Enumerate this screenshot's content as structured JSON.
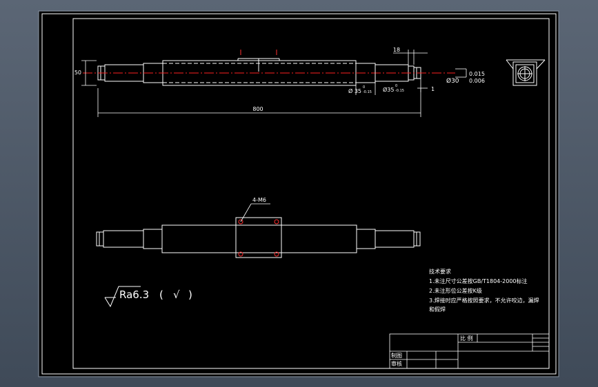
{
  "colors": {
    "background": "#000000",
    "line": "#ffffff",
    "centerline": "#ff2020",
    "accent": "#ff3030",
    "chrome": "#4f5a69"
  },
  "top_view": {
    "dim_length": "800",
    "dim_height": "50",
    "dim_gap": "18",
    "dim_dia_1": "Ø 35",
    "dim_dia_1_tol": "-0.15",
    "dim_dia_1_tol_upper": "0",
    "dim_dia_2": "Ø35",
    "dim_dia_2_tol": "-0.15",
    "dim_dia_2_tol_upper": "0",
    "dim_shaft": "Ø30",
    "dim_shaft_tol_upper": "0.015",
    "dim_shaft_tol_lower": "0.006",
    "dim_step": "1"
  },
  "bottom_view": {
    "hole_callout": "4-M6"
  },
  "roughness": {
    "symbol_text": "Ra6.3",
    "paren_open": "(",
    "check": "√",
    "paren_close": ")"
  },
  "tech_requirements": {
    "title": "技术要求",
    "items": [
      "1.未注尺寸公差按GB/T1804-2000标注",
      "2.未注形位公差按K级",
      "3.焊接时应严格按照要求，不允许咬边，漏焊",
      "和假焊"
    ]
  },
  "title_block": {
    "scale_label": "比 例",
    "drawn_label": "制图",
    "checked_label": "审核"
  }
}
